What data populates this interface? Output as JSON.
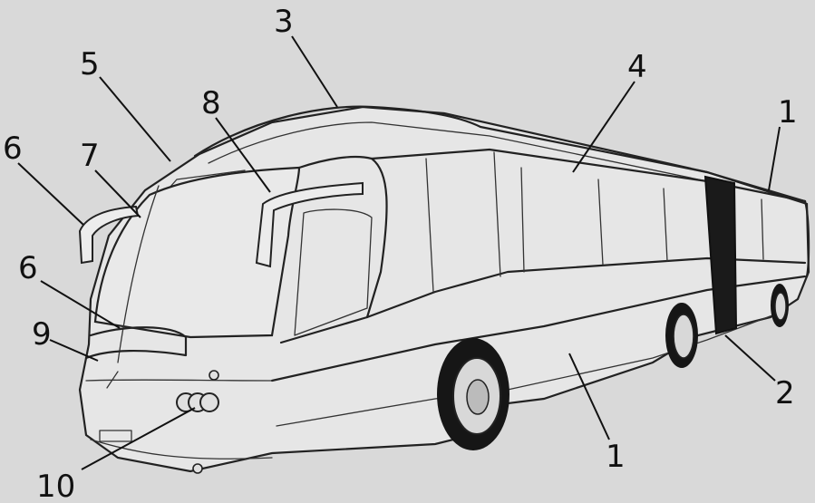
{
  "labels": {
    "l1_roof": "1",
    "l2_joint": "2",
    "l3_roof": "3",
    "l4_window_line": "4",
    "l5_windscreen_top": "5",
    "l6_mirror": "6",
    "l6_grille": "6",
    "l7_windscreen": "7",
    "l8_mirror_right": "8",
    "l9_headlamp": "9",
    "l10_lamp_cluster": "10",
    "l1_side": "1"
  },
  "colors": {
    "background": "#d9d9d9",
    "bus_body": "#e6e6e6",
    "line": "#222222",
    "joint": "#1a1a1a",
    "tyre": "#161616"
  }
}
